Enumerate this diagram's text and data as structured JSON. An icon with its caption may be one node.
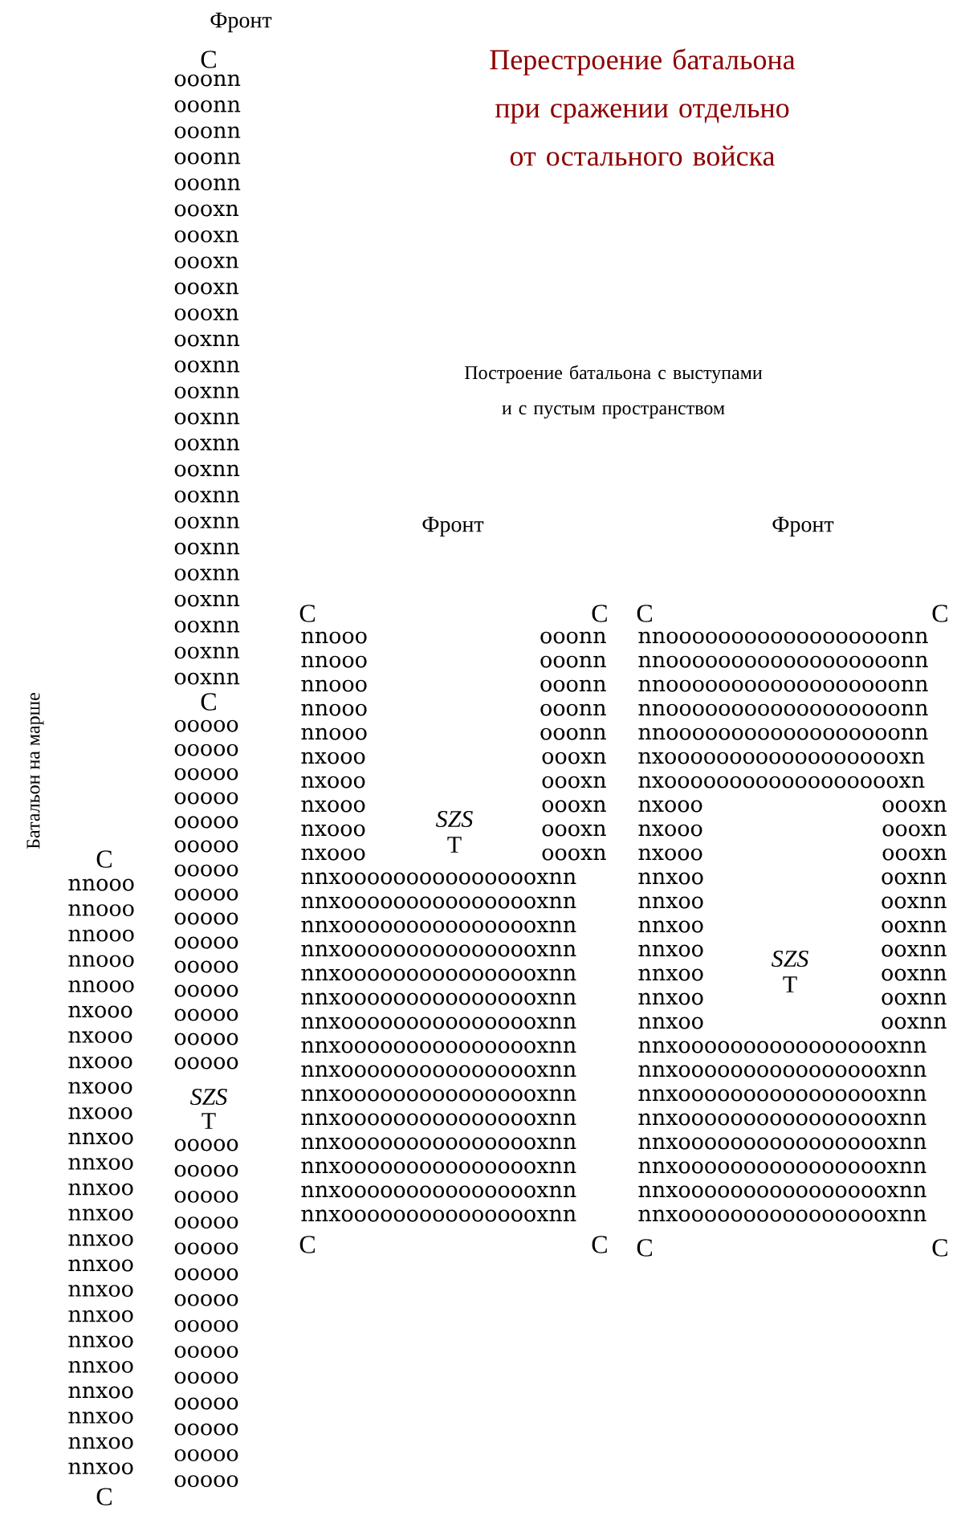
{
  "diagram": {
    "title": "Перестроение батальона при сражении отдельно от остального войска",
    "labels": [
      "Фронт",
      "C",
      "ooonn",
      "ooonn",
      "ooonn",
      "ooonn",
      "ooonn",
      "oooxn",
      "oooxn",
      "oooxn",
      "oooxn",
      "oooxn",
      "ooxnn",
      "ooxnn",
      "ooxnn",
      "ooxnn",
      "ooxnn",
      "ooxnn",
      "ooxnn",
      "ooxnn",
      "ooxnn",
      "ooxnn",
      "ooxnn",
      "ooxnn",
      "ooxnn",
      "ooxnn",
      "C",
      "ooooo",
      "ooooo",
      "ooooo",
      "ooooo",
      "ooooo",
      "ooooo",
      "ooooo",
      "ooooo",
      "ooooo",
      "ooooo",
      "ooooo",
      "ooooo",
      "ooooo",
      "ooooo",
      "ooooo",
      "SZS",
      "T",
      "ooooo",
      "ooooo",
      "ooooo",
      "ooooo",
      "ooooo",
      "ooooo",
      "ooooo",
      "ooooo",
      "ooooo",
      "ooooo",
      "ooooo",
      "ooooo",
      "ooooo",
      "ooooo",
      "Батальон на марше",
      "C",
      "nnooo",
      "nnooo",
      "nnooo",
      "nnooo",
      "nnooo",
      "nxooo",
      "nxooo",
      "nxooo",
      "nxooo",
      "nxooo",
      "nnxoo",
      "nnxoo",
      "nnxoo",
      "nnxoo",
      "nnxoo",
      "nnxoo",
      "nnxoo",
      "nnxoo",
      "nnxoo",
      "nnxoo",
      "nnxoo",
      "nnxoo",
      "nnxoo",
      "nnxoo",
      "C",
      "Построение батальона с выступами и с пустым пространством",
      "Фронт",
      "Фронт",
      "C",
      "C",
      "nnooo",
      "ooonn",
      "nnooo",
      "ooonn",
      "nnooo",
      "ooonn",
      "nnooo",
      "ooonn",
      "nnooo",
      "ooonn",
      "nxooo",
      "oooxn",
      "nxooo",
      "oooxn",
      "nxooo",
      "oooxn",
      "nxooo",
      "oooxn",
      "nxooo",
      "oooxn",
      "SZS",
      "T",
      "nnxoooooooooooooooxnn",
      "nnxoooooooooooooooxnn",
      "nnxoooooooooooooooxnn",
      "nnxoooooooooooooooxnn",
      "nnxoooooooooooooooxnn",
      "nnxoooooooooooooooxnn",
      "nnxoooooooooooooooxnn",
      "nnxoooooooooooooooxnn",
      "nnxoooooooooooooooxnn",
      "nnxoooooooooooooooxnn",
      "nnxoooooooooooooooxnn",
      "nnxoooooooooooooooxnn",
      "nnxoooooooooooooooxnn",
      "nnxoooooooooooooooxnn",
      "nnxoooooooooooooooxnn",
      "C",
      "C",
      "C",
      "C",
      "nnoooooooooooooooooonn",
      "nnoooooooooooooooooonn",
      "nnoooooooooooooooooonn",
      "nnoooooooooooooooooonn",
      "nnoooooooooooooooooonn",
      "nxooooooooooooooooooxn",
      "nxooooooooooooooooooxn",
      "nxooo",
      "oooxn",
      "nxooo",
      "oooxn",
      "nxooo",
      "oooxn",
      "nnxoo",
      "ooxnn",
      "nnxoo",
      "ooxnn",
      "nnxoo",
      "ooxnn",
      "nnxoo",
      "ooxnn",
      "nnxoo",
      "ooxnn",
      "nnxoo",
      "ooxnn",
      "nnxoo",
      "ooxnn",
      "SZS",
      "T",
      "nnxooooooooooooooooxnn",
      "nnxooooooooooooooooxnn",
      "nnxooooooooooooooooxnn",
      "nnxooooooooooooooooxnn",
      "nnxooooooooooooooooxnn",
      "nnxooooooooooooooooxnn",
      "nnxooooooooooooooooxnn",
      "nnxooooooooooooooooxnn",
      "C",
      "C"
    ]
  }
}
